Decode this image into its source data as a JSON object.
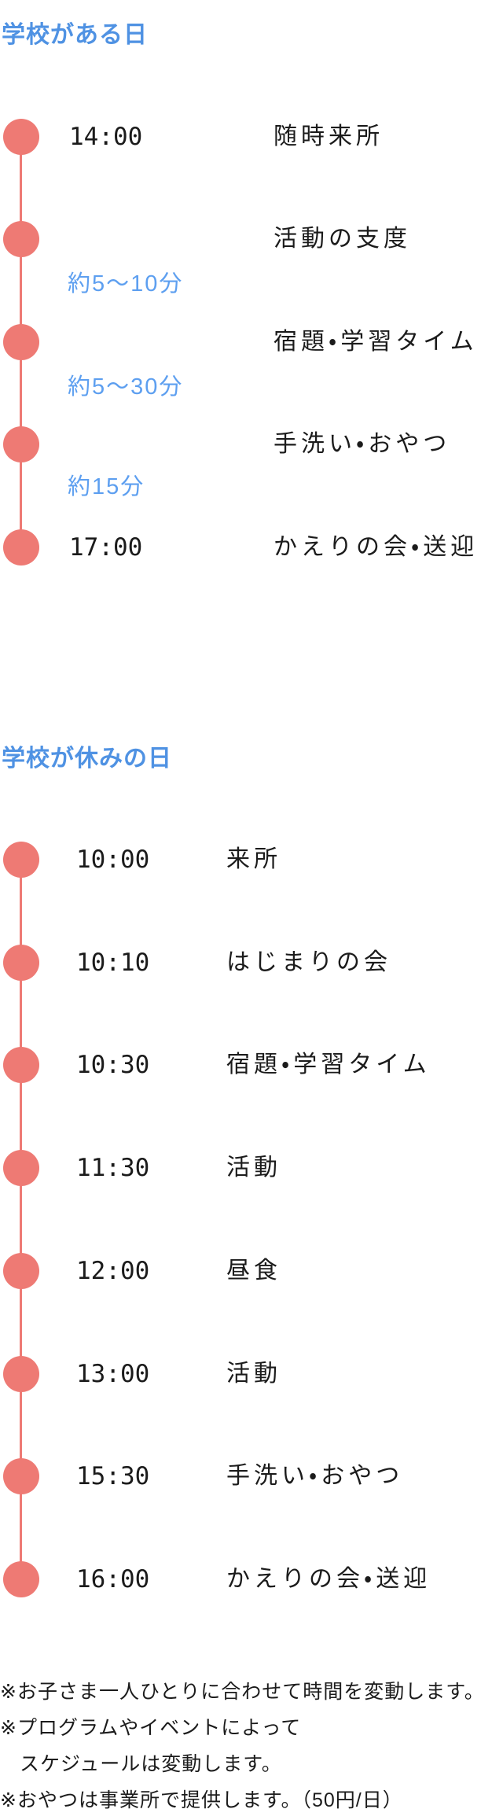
{
  "colors": {
    "background": "#ffffff",
    "title_blue": "#4f92e3",
    "interval_blue": "#5d9ff0",
    "timeline_pink": "#ee7a74",
    "text_black": "#1b1b1b"
  },
  "sections": [
    {
      "title": "学校がある日",
      "rows": [
        {
          "time": "14:00",
          "activity": "随時来所"
        },
        {
          "time": "",
          "activity": "活動の支度"
        },
        {
          "time": "",
          "activity": "宿題・学習タイム"
        },
        {
          "time": "",
          "activity": "手洗い・おやつ"
        },
        {
          "time": "17:00",
          "activity": "かえりの会・送迎"
        }
      ],
      "intervals": [
        {
          "label": "約5〜10分"
        },
        {
          "label": "約5〜30分"
        },
        {
          "label": "約15分"
        }
      ]
    },
    {
      "title": "学校が休みの日",
      "rows": [
        {
          "time": "10:00",
          "activity": "来所"
        },
        {
          "time": "10:10",
          "activity": "はじまりの会"
        },
        {
          "time": "10:30",
          "activity": "宿題・学習タイム"
        },
        {
          "time": "11:30",
          "activity": "活動"
        },
        {
          "time": "12:00",
          "activity": "昼食"
        },
        {
          "time": "13:00",
          "activity": "活動"
        },
        {
          "time": "15:30",
          "activity": "手洗い・おやつ"
        },
        {
          "time": "16:00",
          "activity": "かえりの会・送迎"
        }
      ]
    }
  ],
  "notes": [
    "※お子さま一人ひとりに合わせて時間を変動します。",
    "※プログラムやイベントによって",
    "スケジュールは変動します。",
    "※おやつは事業所で提供します。（50円/日）"
  ]
}
